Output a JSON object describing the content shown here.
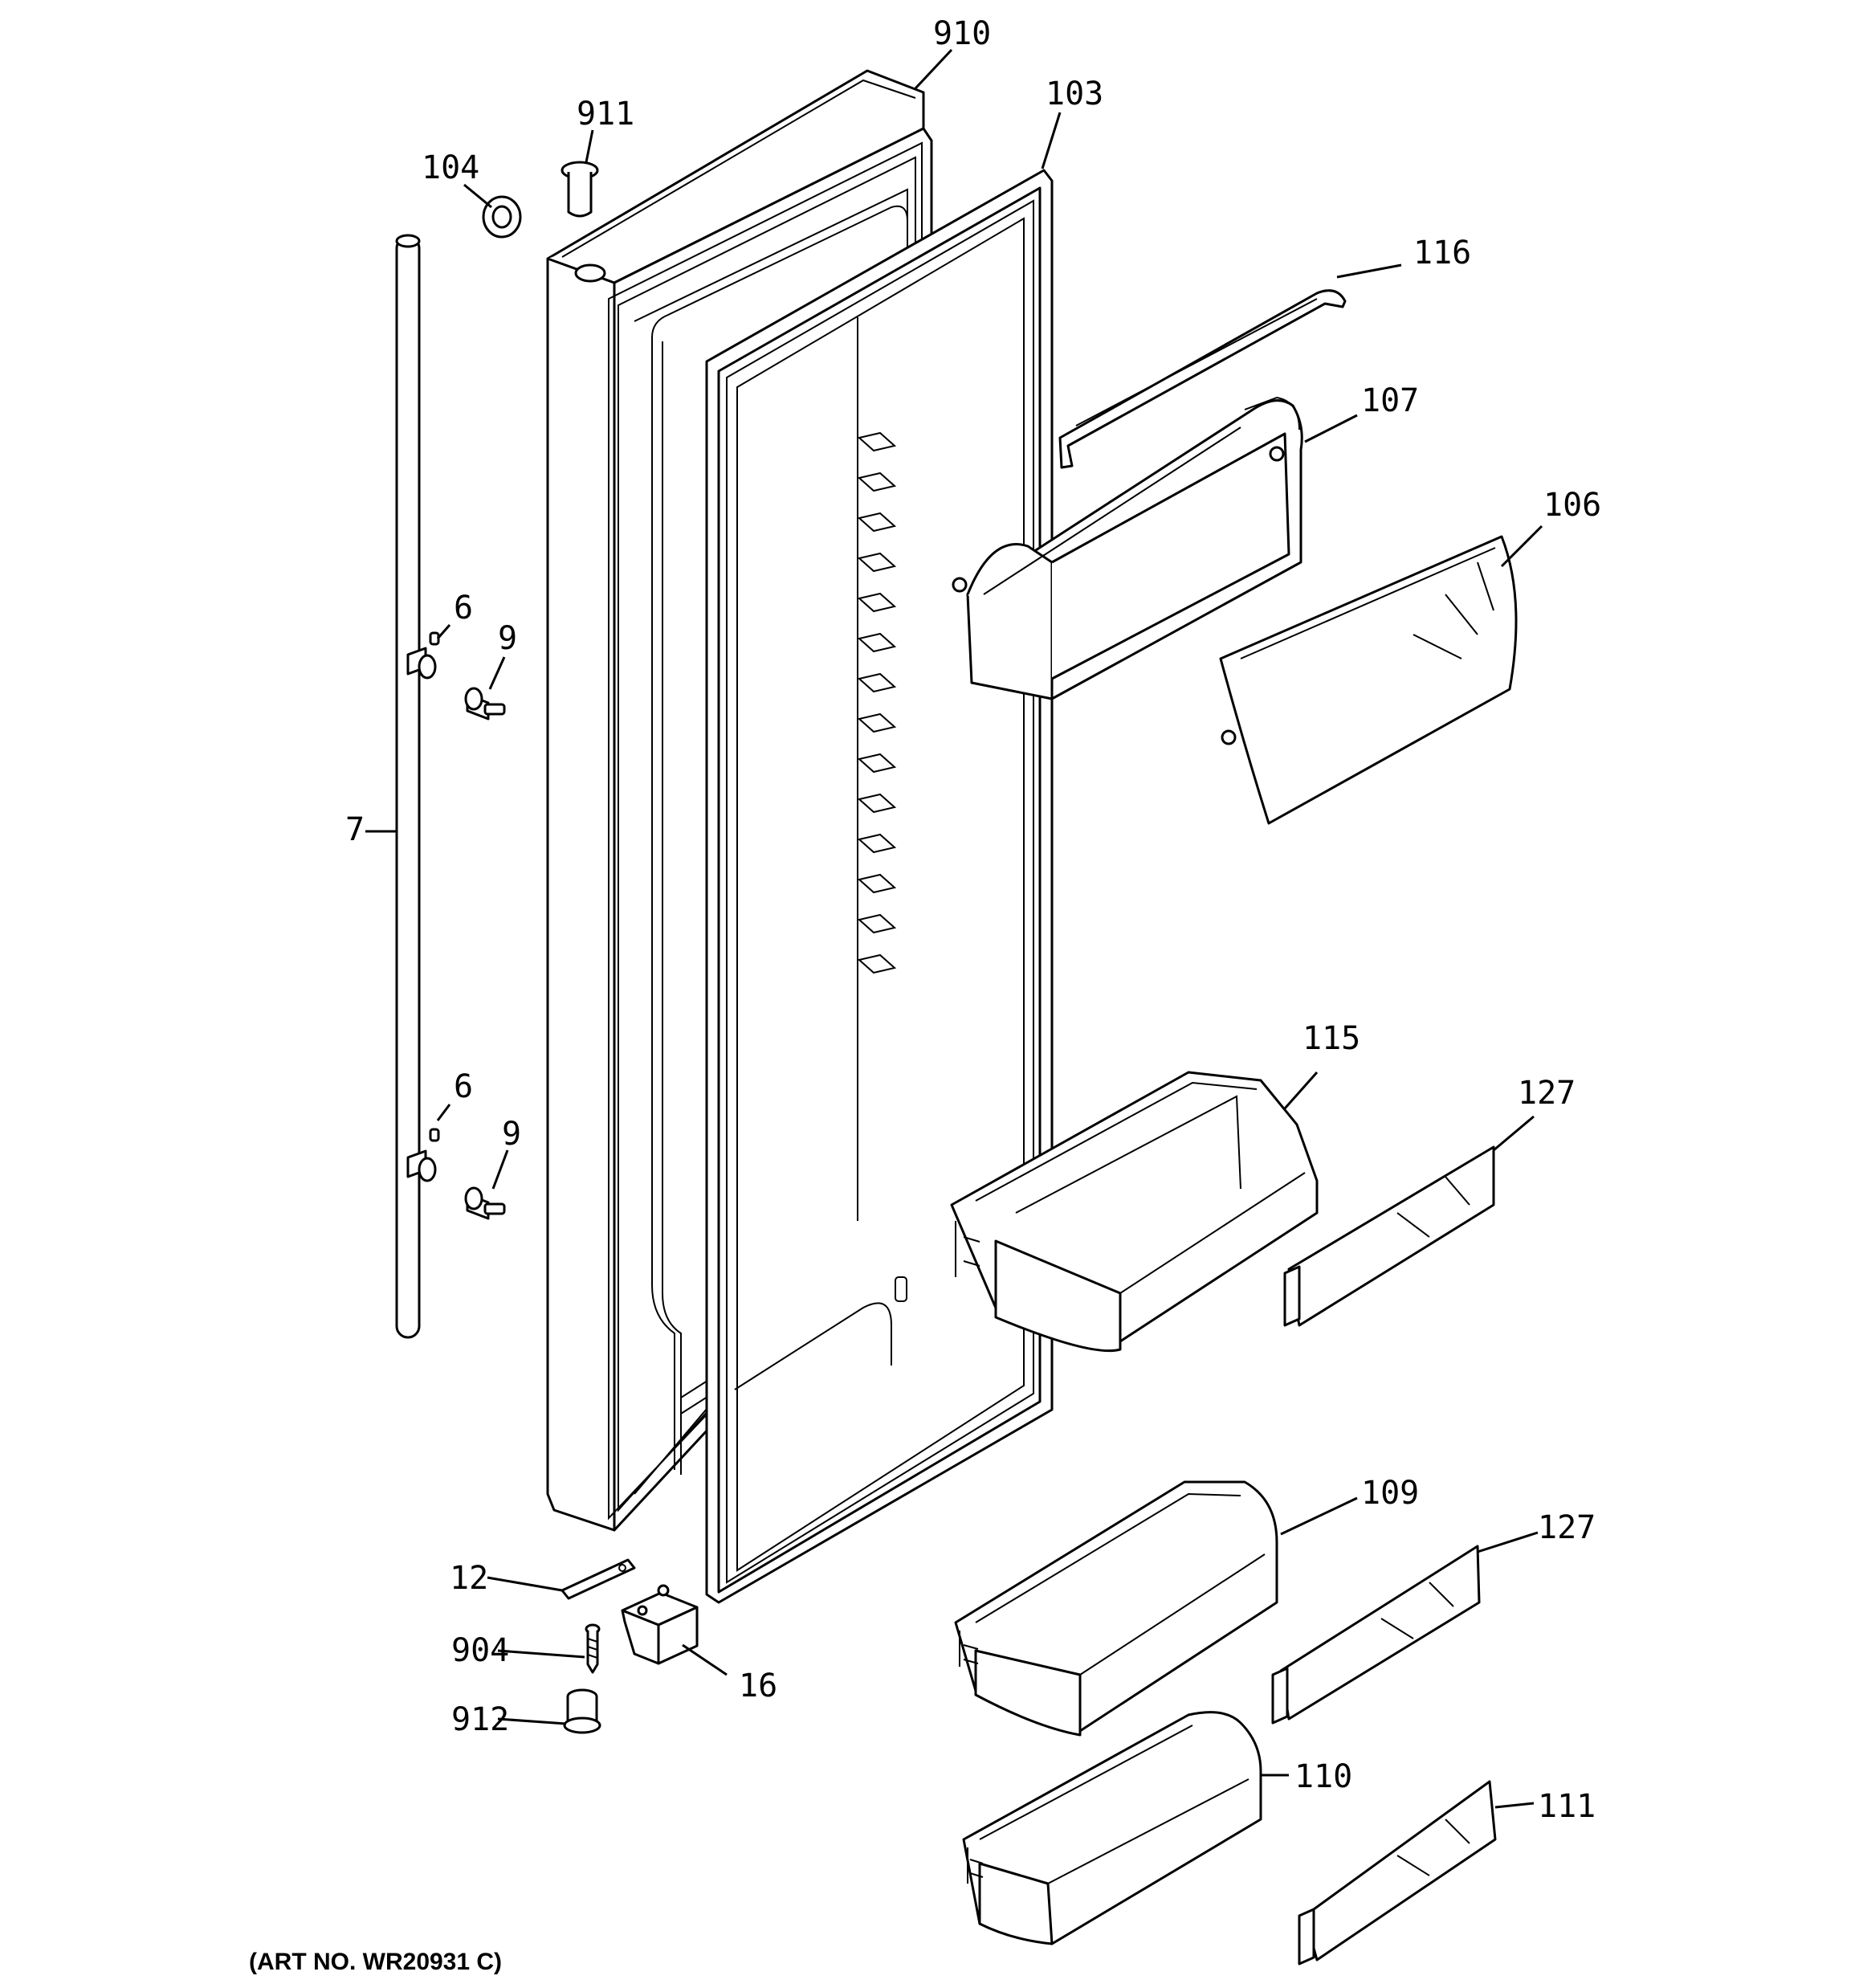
{
  "callouts": {
    "c910": "910",
    "c911": "911",
    "c104": "104",
    "c103": "103",
    "c116": "116",
    "c107": "107",
    "c106": "106",
    "c6a": "6",
    "c9a": "9",
    "c7": "7",
    "c6b": "6",
    "c9b": "9",
    "c115": "115",
    "c127a": "127",
    "c109": "109",
    "c127b": "127",
    "c12": "12",
    "c904": "904",
    "c16": "16",
    "c912": "912",
    "c110": "110",
    "c111": "111"
  },
  "art_number": "(ART NO. WR20931 C)"
}
